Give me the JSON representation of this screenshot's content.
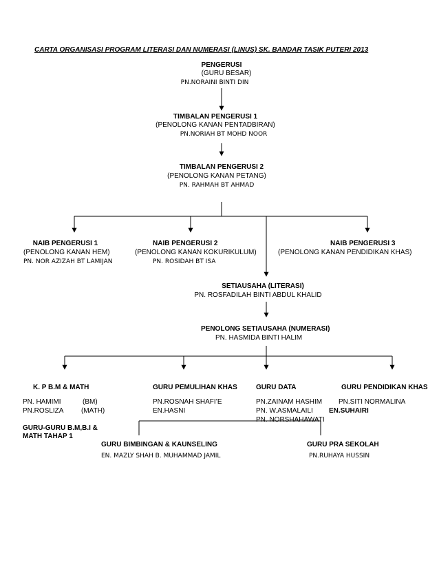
{
  "title": "CARTA ORGANISASI PROGRAM LITERASI DAN NUMERASI (LINUS) SK. BANDAR TASIK PUTERI  2013",
  "pengerusi": {
    "role": "PENGERUSI",
    "sub": "(GURU BESAR)",
    "name": "PN.NORAINI BINTI DIN"
  },
  "timbalan1": {
    "role": "TIMBALAN PENGERUSI 1",
    "sub": "(PENOLONG KANAN PENTADBIRAN)",
    "name": "PN.NORIAH BT MOHD NOOR"
  },
  "timbalan2": {
    "role": "TIMBALAN PENGERUSI 2",
    "sub": "(PENOLONG KANAN PETANG)",
    "name": "PN. RAHMAH BT AHMAD"
  },
  "naib1": {
    "role": "NAIB PENGERUSI 1",
    "sub": "(PENOLONG KANAN HEM)",
    "name": "PN. NOR AZIZAH BT LAMIJAN"
  },
  "naib2": {
    "role": "NAIB PENGERUSI 2",
    "sub": "(PENOLONG KANAN KOKURIKULUM)",
    "name": "PN. ROSIDAH BT ISA"
  },
  "naib3": {
    "role": "NAIB PENGERUSI 3",
    "sub": "(PENOLONG KANAN PENDIDIKAN KHAS)"
  },
  "setiausaha": {
    "role": "SETIAUSAHA (LITERASI)",
    "name": "PN. ROSFADILAH BINTI ABDUL KHALID"
  },
  "penolong_setiausaha": {
    "role": "PENOLONG SETIAUSAHA  (NUMERASI)",
    "name": "PN. HASMIDA BINTI HALIM"
  },
  "kpbm": {
    "role": "K. P B.M & MATH",
    "lines": [
      "PN. HAMIMI",
      "PN.ROSLIZA"
    ],
    "subjects": [
      "(BM)",
      "(MATH)"
    ],
    "note1": "GURU-GURU B.M,B.I &",
    "note2": "MATH TAHAP 1"
  },
  "pemulihan": {
    "role": "GURU PEMULIHAN  KHAS",
    "lines": [
      "PN.ROSNAH SHAFI’E",
      "EN.HASNI"
    ]
  },
  "data": {
    "role": "GURU DATA",
    "lines": [
      "PN.ZAINAM HASHIM",
      "PN. W.ASMALAILI",
      "PN. NORSHAHAWATI"
    ]
  },
  "pendidikan_khas": {
    "role": "GURU PENDIDIKAN KHAS",
    "line1": "PN.SITI NORMALINA",
    "line2": "EN.SUHAIRI"
  },
  "bimbingan": {
    "role": "GURU BIMBINGAN & KAUNSELING",
    "name": "EN. MAZLY SHAH B. MUHAMMAD JAMIL"
  },
  "prasekolah": {
    "role": "GURU PRA SEKOLAH",
    "name": "PN.RUHAYA HUSSIN"
  }
}
